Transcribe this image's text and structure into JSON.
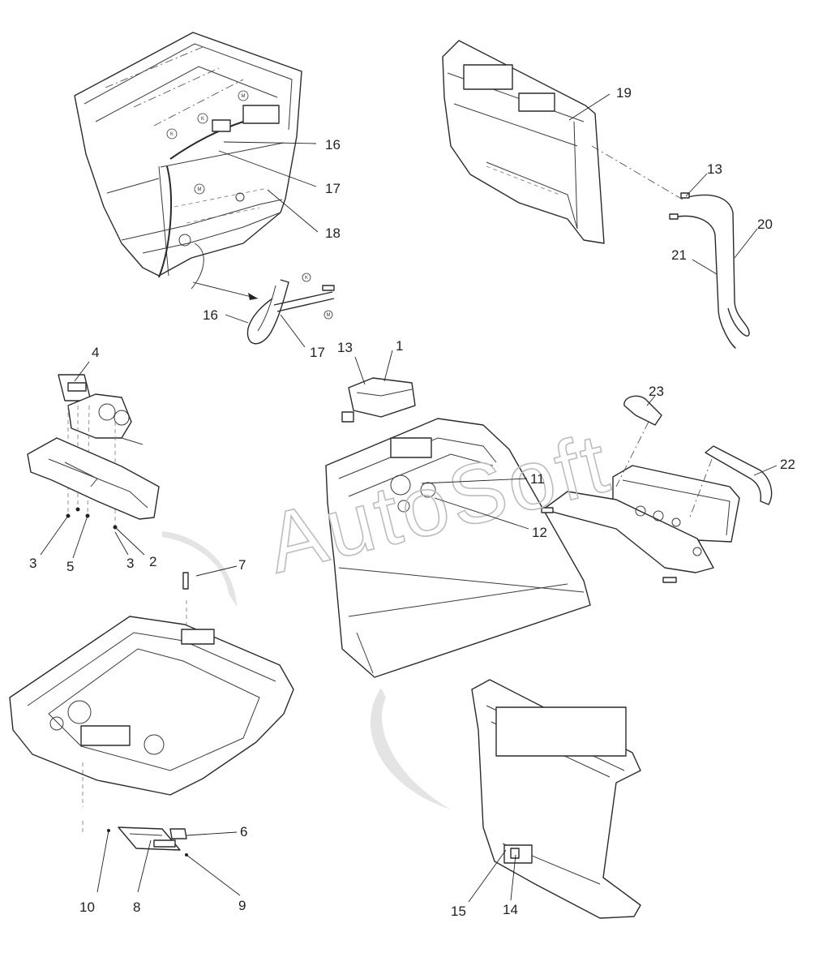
{
  "watermark": "AutoSoft",
  "callouts": {
    "c1": "1",
    "c2": "2",
    "c3a": "3",
    "c3b": "3",
    "c4": "4",
    "c5": "5",
    "c6": "6",
    "c7": "7",
    "c8": "8",
    "c9": "9",
    "c10": "10",
    "c11": "11",
    "c12": "12",
    "c13a": "13",
    "c13b": "13",
    "c14": "14",
    "c15": "15",
    "c16a": "16",
    "c16b": "16",
    "c17a": "17",
    "c17b": "17",
    "c18": "18",
    "c19": "19",
    "c20": "20",
    "c21": "21",
    "c22": "22",
    "c23": "23"
  },
  "tags": {
    "k": "K",
    "m": "M"
  }
}
